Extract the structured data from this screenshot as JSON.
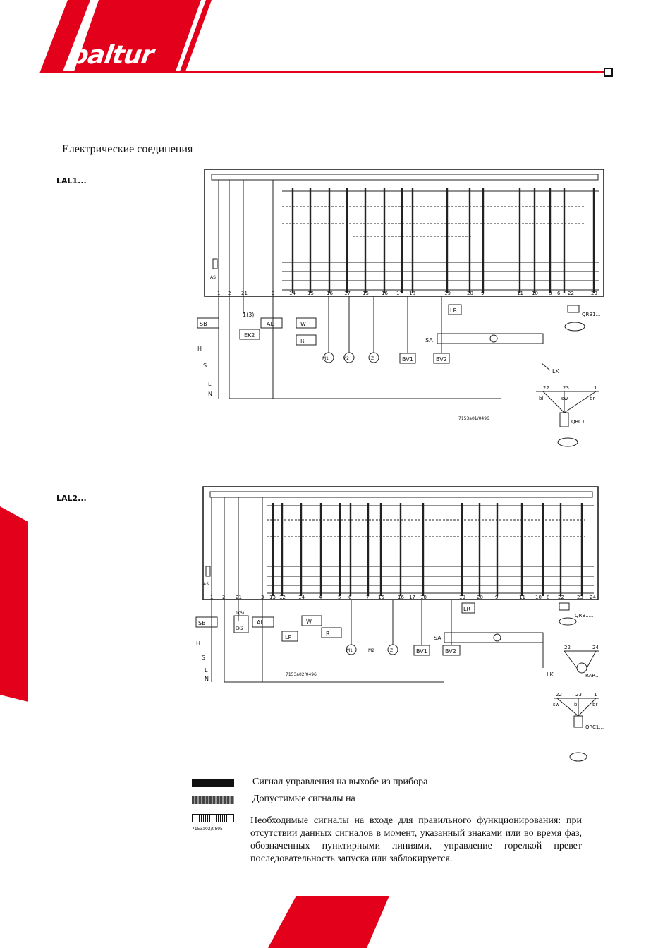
{
  "header": {
    "logo_text": "baltur",
    "accent_color": "#e3001b"
  },
  "section_title": "Електрические соединения",
  "diagram1": {
    "label": "LAL1...",
    "code": "7153a01/0496",
    "labels": {
      "sb": "SB",
      "h": "H",
      "s": "S",
      "l": "L",
      "n": "N",
      "ek2": "EK2",
      "al": "AL",
      "w": "W",
      "r": "R",
      "m1": "M1",
      "m2": "M2",
      "z": "Z",
      "bv1": "BV1",
      "bv2": "BV2",
      "lr": "LR",
      "sa": "SA",
      "lk": "LK",
      "qrb": "QRB1...",
      "qrc": "QRC1...",
      "as": "AS",
      "ek_note": "1(3)"
    },
    "terminals": [
      "1",
      "2",
      "21",
      "3",
      "14",
      "15",
      "16",
      "17",
      "15",
      "16",
      "17",
      "18",
      "19",
      "20",
      "9",
      "11",
      "10",
      "8",
      "6",
      "22",
      "23"
    ],
    "qrc_terminals": [
      "22",
      "23",
      "1"
    ],
    "qrc_wires": [
      "bl",
      "sw",
      "br"
    ]
  },
  "diagram2": {
    "label": "LAL2...",
    "code": "7153a02/0496",
    "labels": {
      "sb": "SB",
      "h": "H",
      "s": "S",
      "l": "L",
      "n": "N",
      "ek2": "EK2",
      "al": "AL",
      "w": "W",
      "lp": "LP",
      "r": "R",
      "m1": "M1",
      "m2": "M2",
      "z": "Z",
      "bv1": "BV1",
      "bv2": "BV2",
      "lr": "LR",
      "sa": "SA",
      "lk": "LK",
      "qrb": "QRB1...",
      "rar": "RAR...",
      "qrc": "QRC1...",
      "as": "AS",
      "ek_note": "1(3)"
    },
    "terminals": [
      "1",
      "2",
      "21",
      "3",
      "13",
      "12",
      "14",
      "4",
      "5",
      "6",
      "7",
      "15",
      "16",
      "17",
      "18",
      "19",
      "20",
      "9",
      "11",
      "10",
      "8",
      "22",
      "23",
      "24"
    ],
    "rar_terminals": [
      "22",
      "24"
    ],
    "qrc_terminals": [
      "22",
      "23",
      "1"
    ],
    "qrc_wires": [
      "sw",
      "bl",
      "br"
    ]
  },
  "legend": {
    "code": "7153a02/0895",
    "items": [
      "Сигнал управления на выхобе из прибора",
      "Допустимые сигналы на"
    ],
    "paragraph": "Необходимые сигналы на входе для правильного функционирования: при отсутствии данных сигналов в момент, указанный знаками или во время фаз, обозначенных пунктирными линиями, управление горелкой превет последовательность запуска или заблокируется."
  }
}
